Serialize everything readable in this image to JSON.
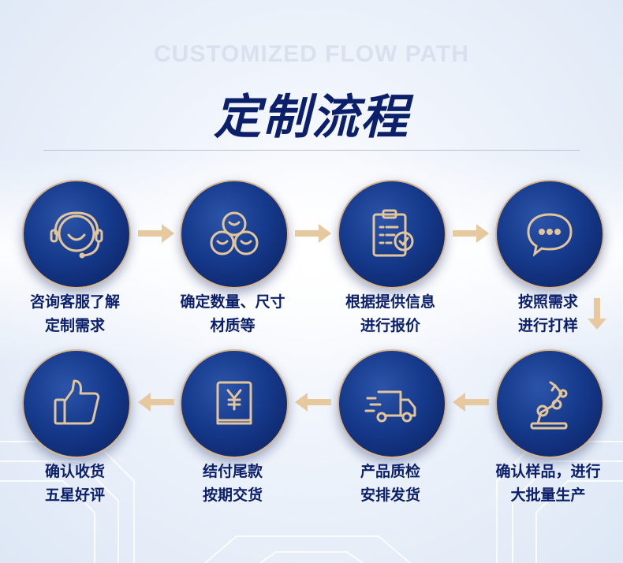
{
  "header": {
    "subtitle": "CUSTOMIZED FLOW PATH",
    "title": "定制流程"
  },
  "steps": [
    {
      "icon": "customer-service-icon",
      "line1": "咨询客服了解",
      "line2": "定制需求"
    },
    {
      "icon": "quantity-spheres-icon",
      "line1": "确定数量、尺寸",
      "line2": "材质等"
    },
    {
      "icon": "clipboard-check-icon",
      "line1": "根据提供信息",
      "line2": "进行报价"
    },
    {
      "icon": "chat-bubble-icon",
      "line1": "按照需求",
      "line2": "进行打样"
    },
    {
      "icon": "robot-arm-icon",
      "line1": "确认样品，进行",
      "line2": "大批量生产"
    },
    {
      "icon": "delivery-truck-icon",
      "line1": "产品质检",
      "line2": "安排发货"
    },
    {
      "icon": "payment-book-icon",
      "line1": "结付尾款",
      "line2": "按期交货"
    },
    {
      "icon": "thumbs-up-icon",
      "line1": "确认收货",
      "line2": "五星好评"
    }
  ],
  "colors": {
    "title": "#0b1f6b",
    "circle": "#163a8c",
    "accent": "#d5b48a",
    "arrow": "#e7c9a0"
  }
}
